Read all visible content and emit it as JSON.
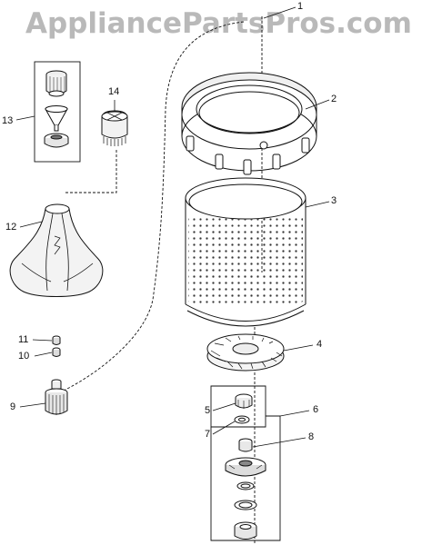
{
  "watermark": {
    "text": "AppliancePartsPros.com"
  },
  "callouts": {
    "c1": "1",
    "c2": "2",
    "c3": "3",
    "c4": "4",
    "c5": "5",
    "c6": "6",
    "c7": "7",
    "c8": "8",
    "c9": "9",
    "c10": "10",
    "c11": "11",
    "c12": "12",
    "c13": "13",
    "c14": "14"
  },
  "colors": {
    "line": "#111111",
    "watermark": "#b9b9b9",
    "fill": "#f2f2f2"
  }
}
